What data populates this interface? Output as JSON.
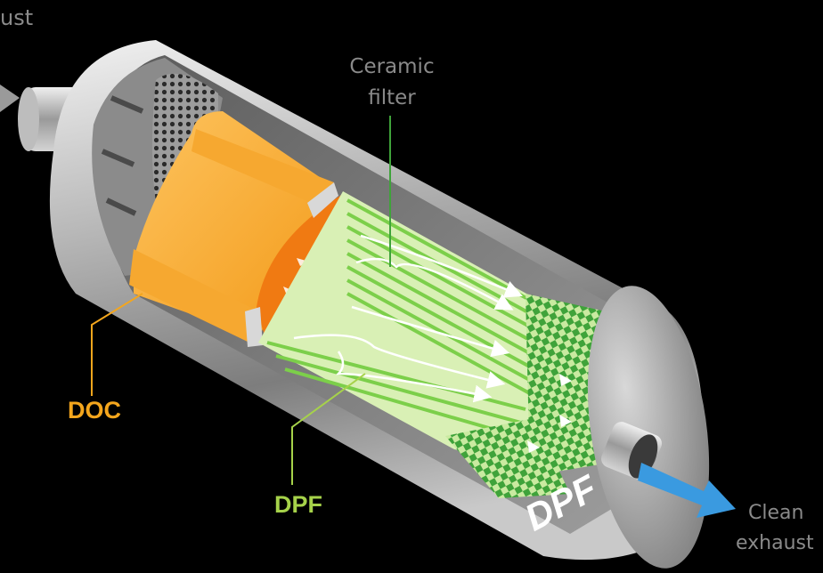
{
  "labels": {
    "exhaust_in": "ust",
    "ceramic_filter": "Ceramic\nfilter",
    "doc": "DOC",
    "dpf_side": "DPF",
    "dpf_end": "DPF",
    "clean_exhaust": "Clean\nexhaust"
  },
  "colors": {
    "background": "#000000",
    "doc_orange": "#f7a21b",
    "doc_face": "#f07a12",
    "dpf_green": "#7ccf4a",
    "dpf_light": "#d9f0b5",
    "leader_green": "#6fbf3a",
    "dpf_label": "#a6d24a",
    "doc_label": "#f4a61d",
    "arrow_blue": "#3a9ae0",
    "label_grey": "#8a8a8a"
  }
}
